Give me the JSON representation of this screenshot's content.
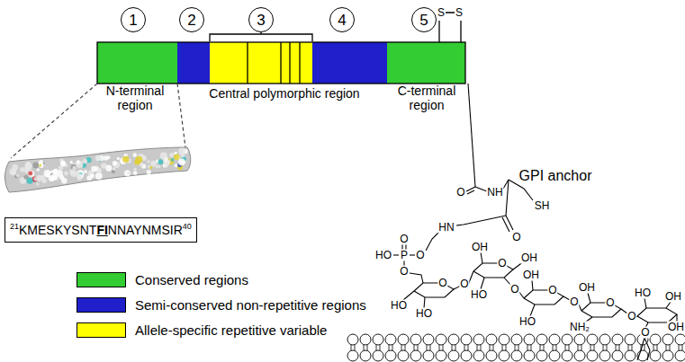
{
  "diagram": {
    "nodes": [
      {
        "text": [
          "1"
        ]
      },
      {
        "text": [
          "2"
        ]
      },
      {
        "text": [
          "3"
        ]
      },
      {
        "text": [
          "4"
        ]
      },
      {
        "text": [
          "5"
        ]
      },
      {
        "text": [
          "21",
          "KMESKYSNT",
          "FI",
          "NNAYNMSIR",
          "40"
        ]
      }
    ],
    "labels": [
      "N-terminal region",
      "Central polymorphic region",
      "C-terminal region",
      "GPI anchor",
      "S",
      "S",
      "O",
      "NH",
      "SH",
      "O",
      "HN",
      "HO",
      "P",
      "O",
      "O",
      "O",
      "O",
      "HO",
      "HO",
      "O",
      "O",
      "OH",
      "HO",
      "O",
      "OH",
      "O",
      "OH",
      "HO",
      "O",
      "O",
      "NH₂",
      "OH",
      "O",
      "HO",
      "OH",
      "OH",
      "O"
    ],
    "legend": [
      {
        "text": "Conserved regions",
        "color": "#33cc33"
      },
      {
        "text": "Semi-conserved non-repetitive regions",
        "color": "#1f1fcc"
      },
      {
        "text": "Allele-specific repetitive variable",
        "color": "#ffff00"
      }
    ]
  }
}
